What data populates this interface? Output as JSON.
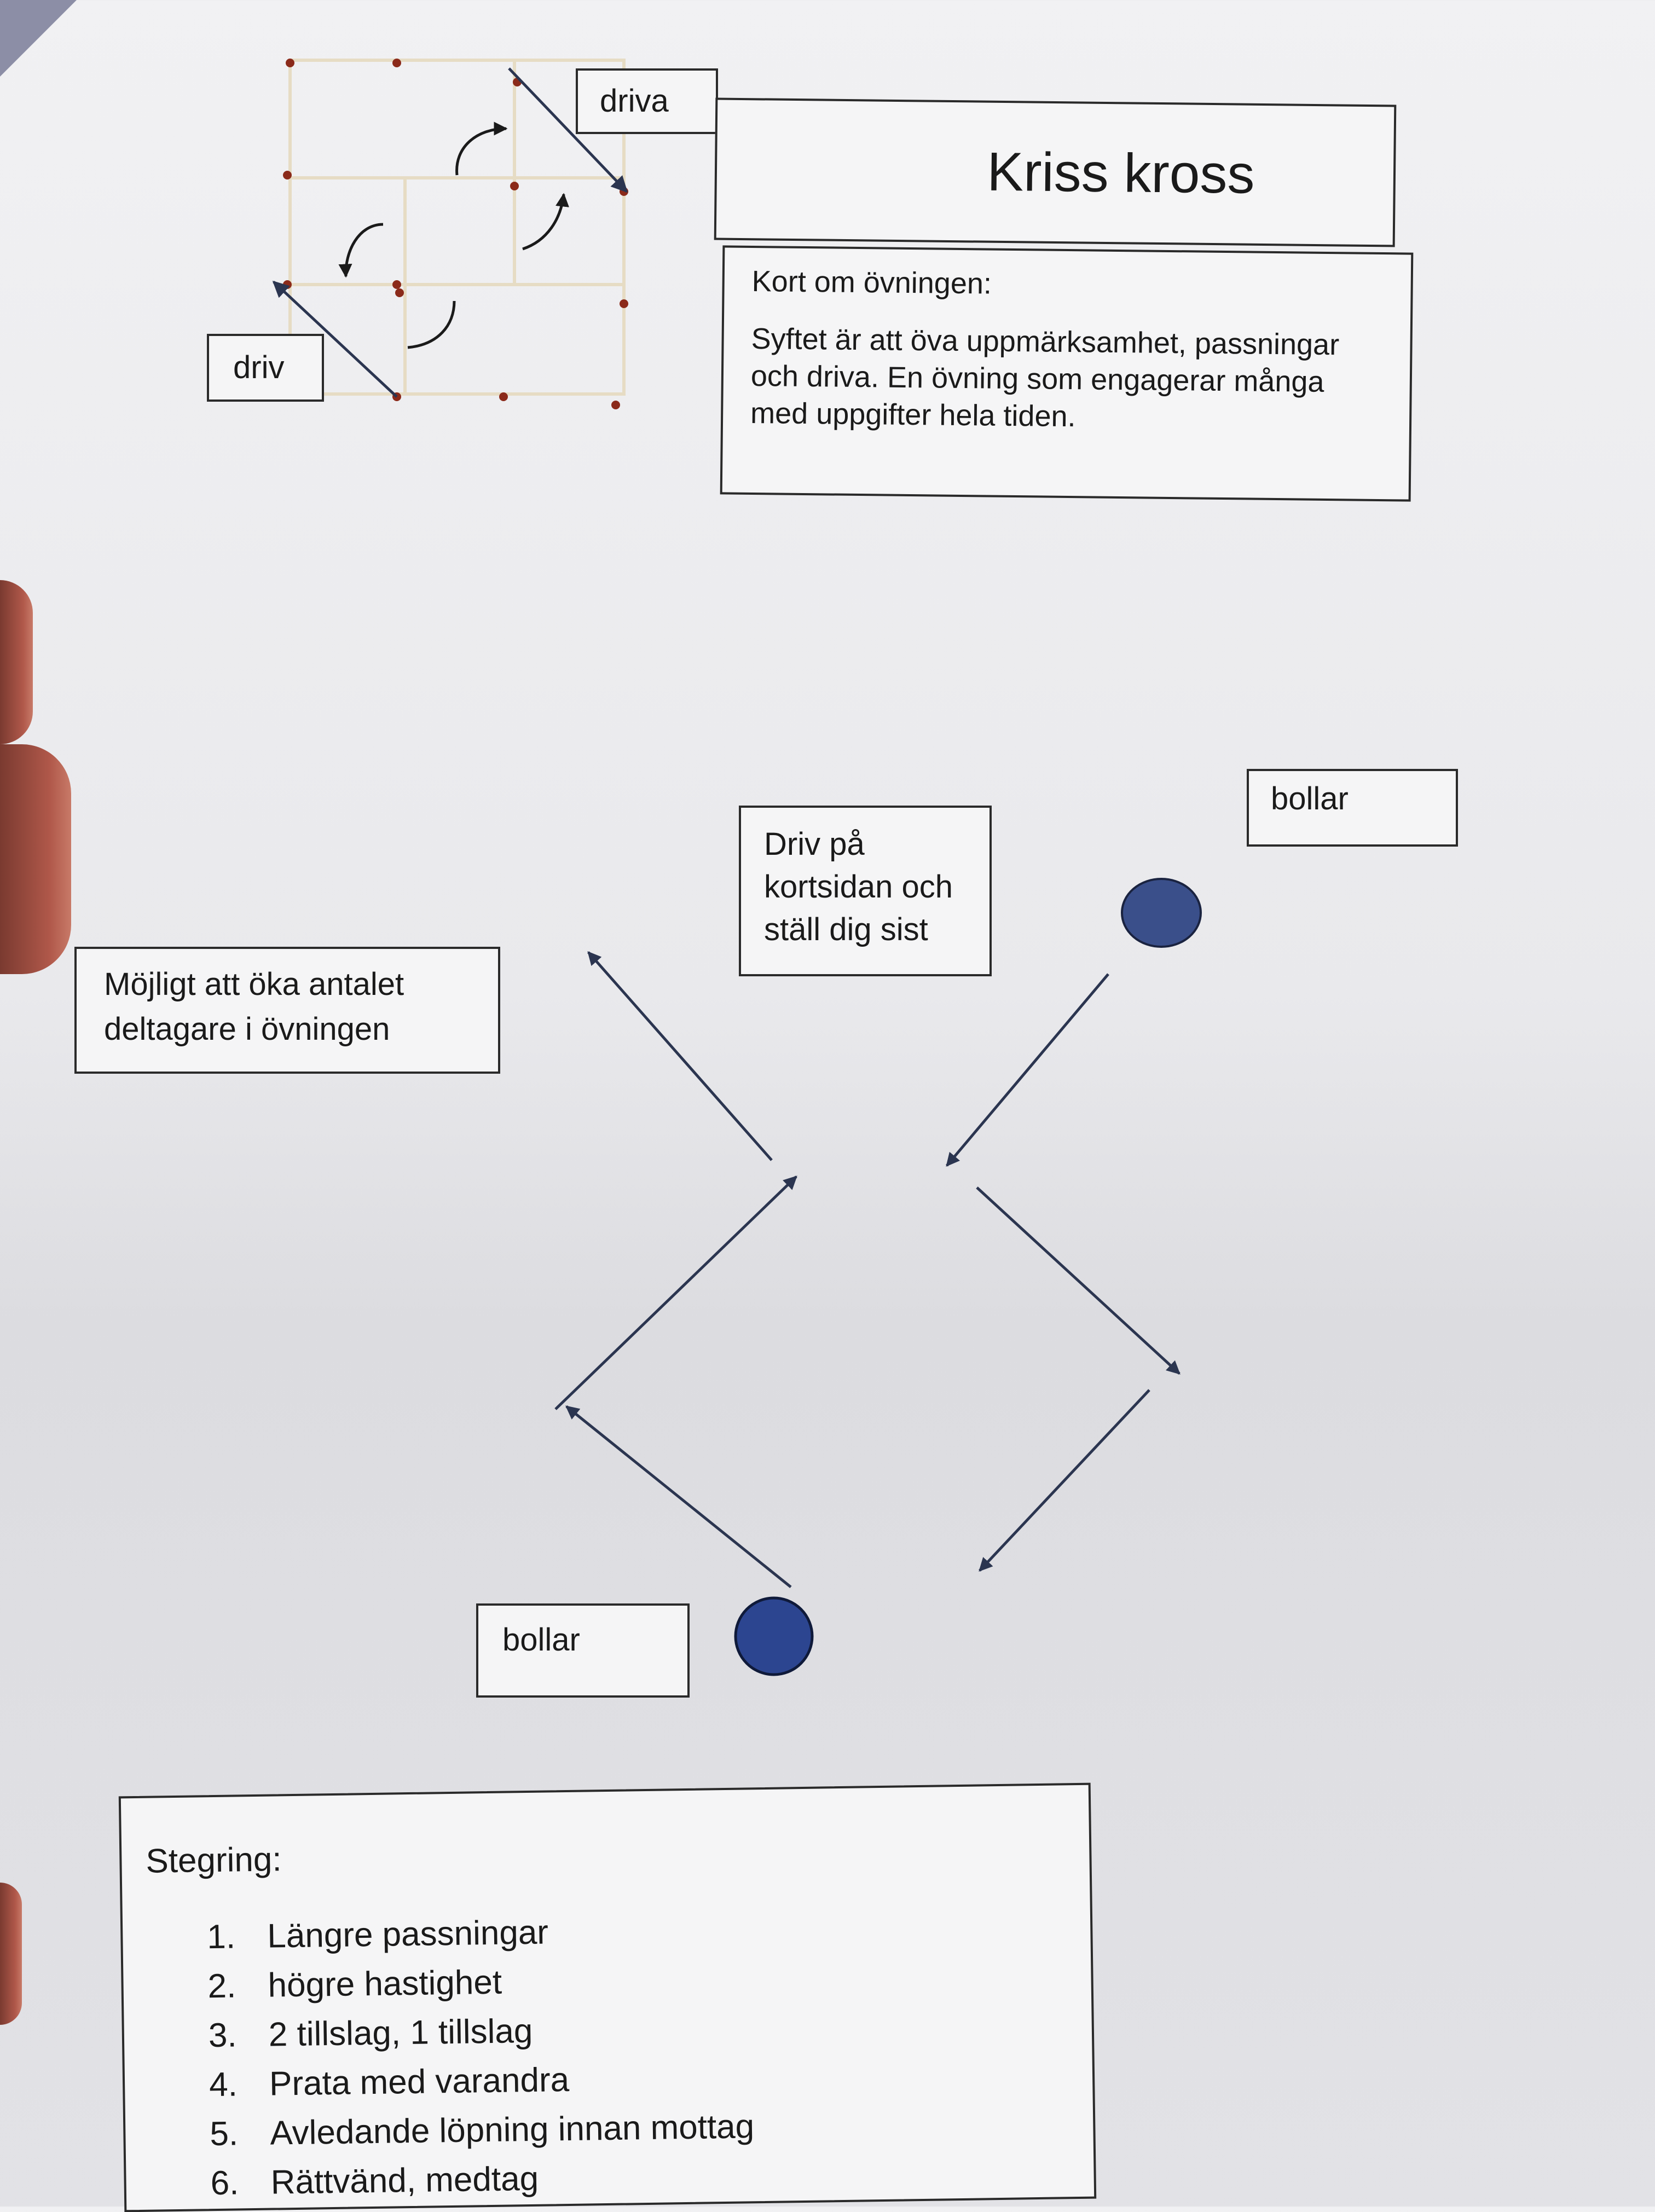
{
  "title": "Kriss kross",
  "top_diagram": {
    "label_driva": "driva",
    "label_driv": "driv"
  },
  "summary": {
    "heading": "Kort om övningen:",
    "body": "Syftet är att öva uppmärksamhet, passningar och driva. En övning som engagerar många med uppgifter hela tiden."
  },
  "main_diagram": {
    "label_bollar_top": "bollar",
    "label_driv_kortsidan": "Driv på kortsidan och ställ dig sist",
    "label_mojligt": "Möjligt att öka antalet deltagare i övningen",
    "label_bollar_bottom": "bollar"
  },
  "stegring": {
    "heading": "Stegring:",
    "items": [
      {
        "num": "1.",
        "text": "Längre passningar"
      },
      {
        "num": "2.",
        "text": "högre hastighet"
      },
      {
        "num": "3.",
        "text": "2 tillslag, 1 tillslag"
      },
      {
        "num": "4.",
        "text": "Prata med varandra"
      },
      {
        "num": "5.",
        "text": "Avledande löpning innan mottag"
      },
      {
        "num": "6.",
        "text": "Rättvänd, medtag"
      }
    ]
  },
  "colors": {
    "ball": "#3a4f8a",
    "arrow": "#2b3550",
    "cone": "#8b2a1a"
  }
}
